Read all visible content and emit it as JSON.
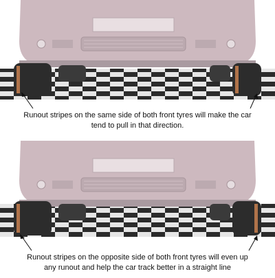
{
  "panels": [
    {
      "id": "same-side",
      "caption_line1": "Runout stripes on the same side of both front tyres will make the car",
      "caption_line2": "tend to pull in that direction.",
      "stripe_sides": [
        "left",
        "left"
      ]
    },
    {
      "id": "opposite-side",
      "caption_line1": "Runout stripes on the opposite side of both front tyres will even up",
      "caption_line2": "any runout and help the car track better in a straight line",
      "stripe_sides": [
        "left",
        "right"
      ]
    }
  ],
  "colors": {
    "car_body": "#cdb9bf",
    "car_body_dark": "#b7a1a8",
    "tyre": "#2c2c2c",
    "stripe": "#b0734a",
    "floor_dark": "#2a2a2a",
    "floor_light": "#e4e4e4"
  }
}
